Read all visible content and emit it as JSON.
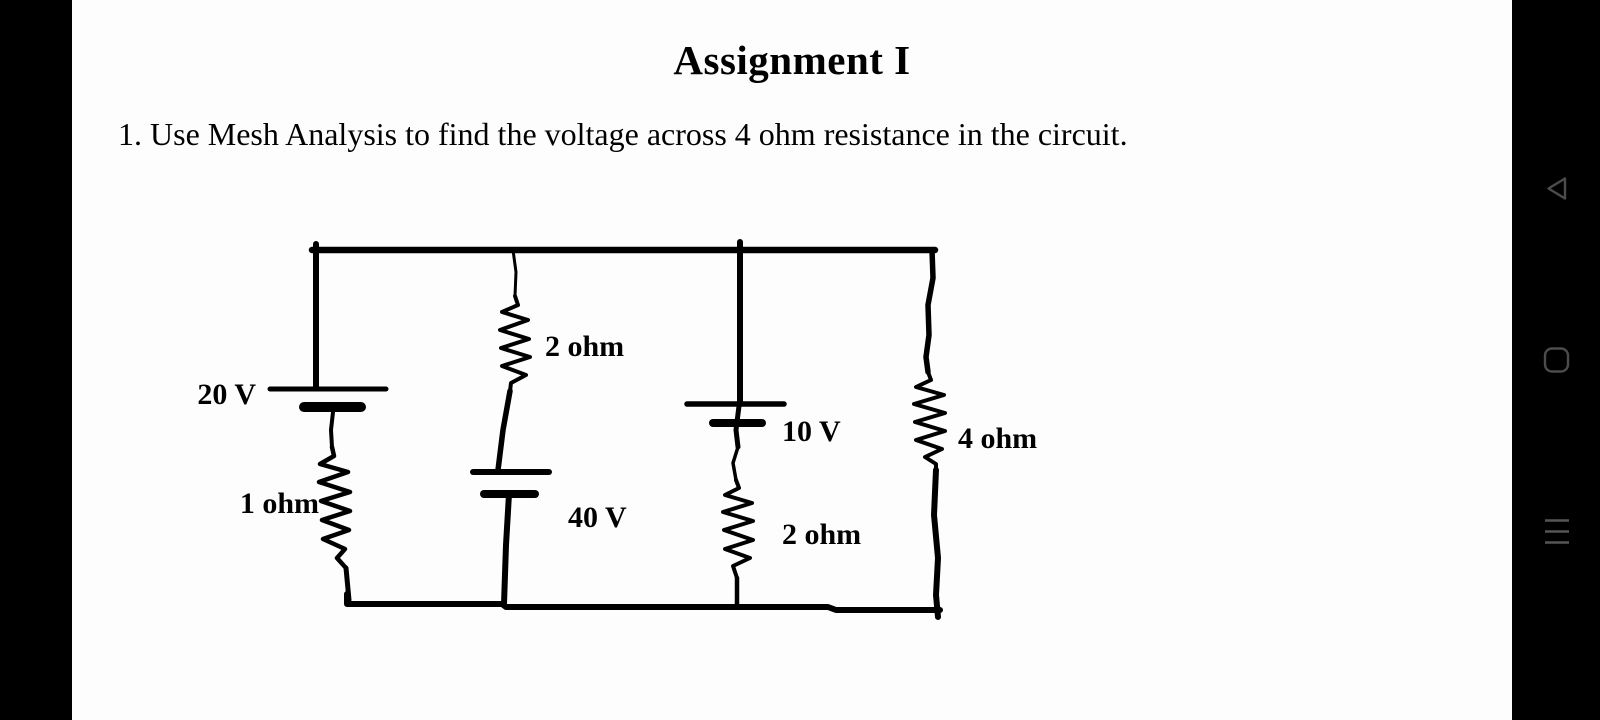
{
  "title": "Assignment I",
  "question": "1. Use Mesh Analysis to find the voltage across 4 ohm resistance in the circuit.",
  "circuit": {
    "labels": {
      "v20": "20 V",
      "r1": "1 ohm",
      "r2_top": "2 ohm",
      "v40": "40 V",
      "v10": "10 V",
      "r2_right": "2 ohm",
      "r4": "4 ohm"
    }
  },
  "nav": {
    "icons": [
      "back-icon",
      "home-icon",
      "menu-icon"
    ]
  },
  "colors": {
    "ink": "#000000",
    "page_background": "#fdfdfd",
    "nav_background": "#000000",
    "nav_icon": "#4c4c4c"
  }
}
